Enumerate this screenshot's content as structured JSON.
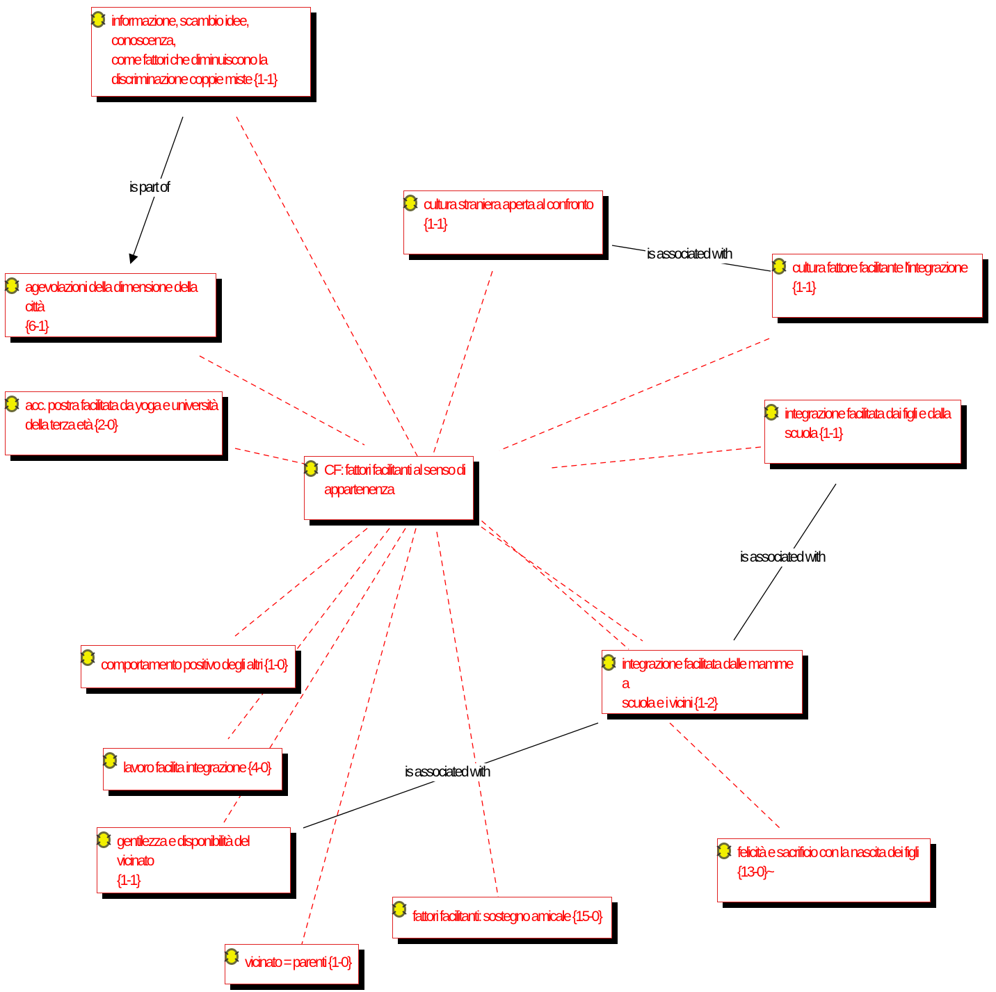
{
  "nodes": [
    {
      "id": "informazione",
      "text": "informazione, scambio idee, conoscenza,\ncome fattori che diminuiscono la\ndiscriminazione coppie miste {1-1}"
    },
    {
      "id": "agevolazioni",
      "text": "agevolazioni della dimensione della città\n{6-1}"
    },
    {
      "id": "accoglienza",
      "text": "acc. postra facilitata da yoga e università\ndella terza età {2-0}"
    },
    {
      "id": "cultura-straniera",
      "text": "cultura straniera aperta al confronto\n{1-1}"
    },
    {
      "id": "cultura-fattore",
      "text": "cultura fattore facilitante l'integrazione\n{1-1}"
    },
    {
      "id": "integrazione-figli",
      "text": "integrazione facilitata dai figli e dalla\nscuola {1-1}"
    },
    {
      "id": "cf-centrale",
      "text": "CF: fattori facilitanti al senso di\nappartenenza"
    },
    {
      "id": "integrazione-mamme",
      "text": "integrazione facilitata dalle mamme a\nscuola e i vicini {1-2}"
    },
    {
      "id": "comportamento",
      "text": "comportamento positivo degli altri {1-0}"
    },
    {
      "id": "lavoro",
      "text": "lavoro facilita integrazione {4-0}"
    },
    {
      "id": "gentilezza",
      "text": "gentilezza e disponibilità del vicinato\n{1-1}"
    },
    {
      "id": "felicita",
      "text": "felicità e sacrificio con la nascita dei figli\n{13-0}~"
    },
    {
      "id": "fattori-sostegno",
      "text": "fattori facilitanti: sostegno amicale {15-0}"
    },
    {
      "id": "vicinato",
      "text": "vicinato = parenti {1-0}"
    }
  ],
  "relations": [
    {
      "id": "rel-is-part-of",
      "label": "is part of"
    },
    {
      "id": "rel-assoc-cultura",
      "label": "is associated with"
    },
    {
      "id": "rel-assoc-figli",
      "label": "is associated with"
    },
    {
      "id": "rel-assoc-gentilezza",
      "label": "is associated with"
    }
  ],
  "colors": {
    "node_text": "#ff0000",
    "node_border": "#e02020",
    "dashed_link": "#ff0000",
    "relation_line": "#000000",
    "shadow": "#000000"
  },
  "icon": "code-node-icon"
}
